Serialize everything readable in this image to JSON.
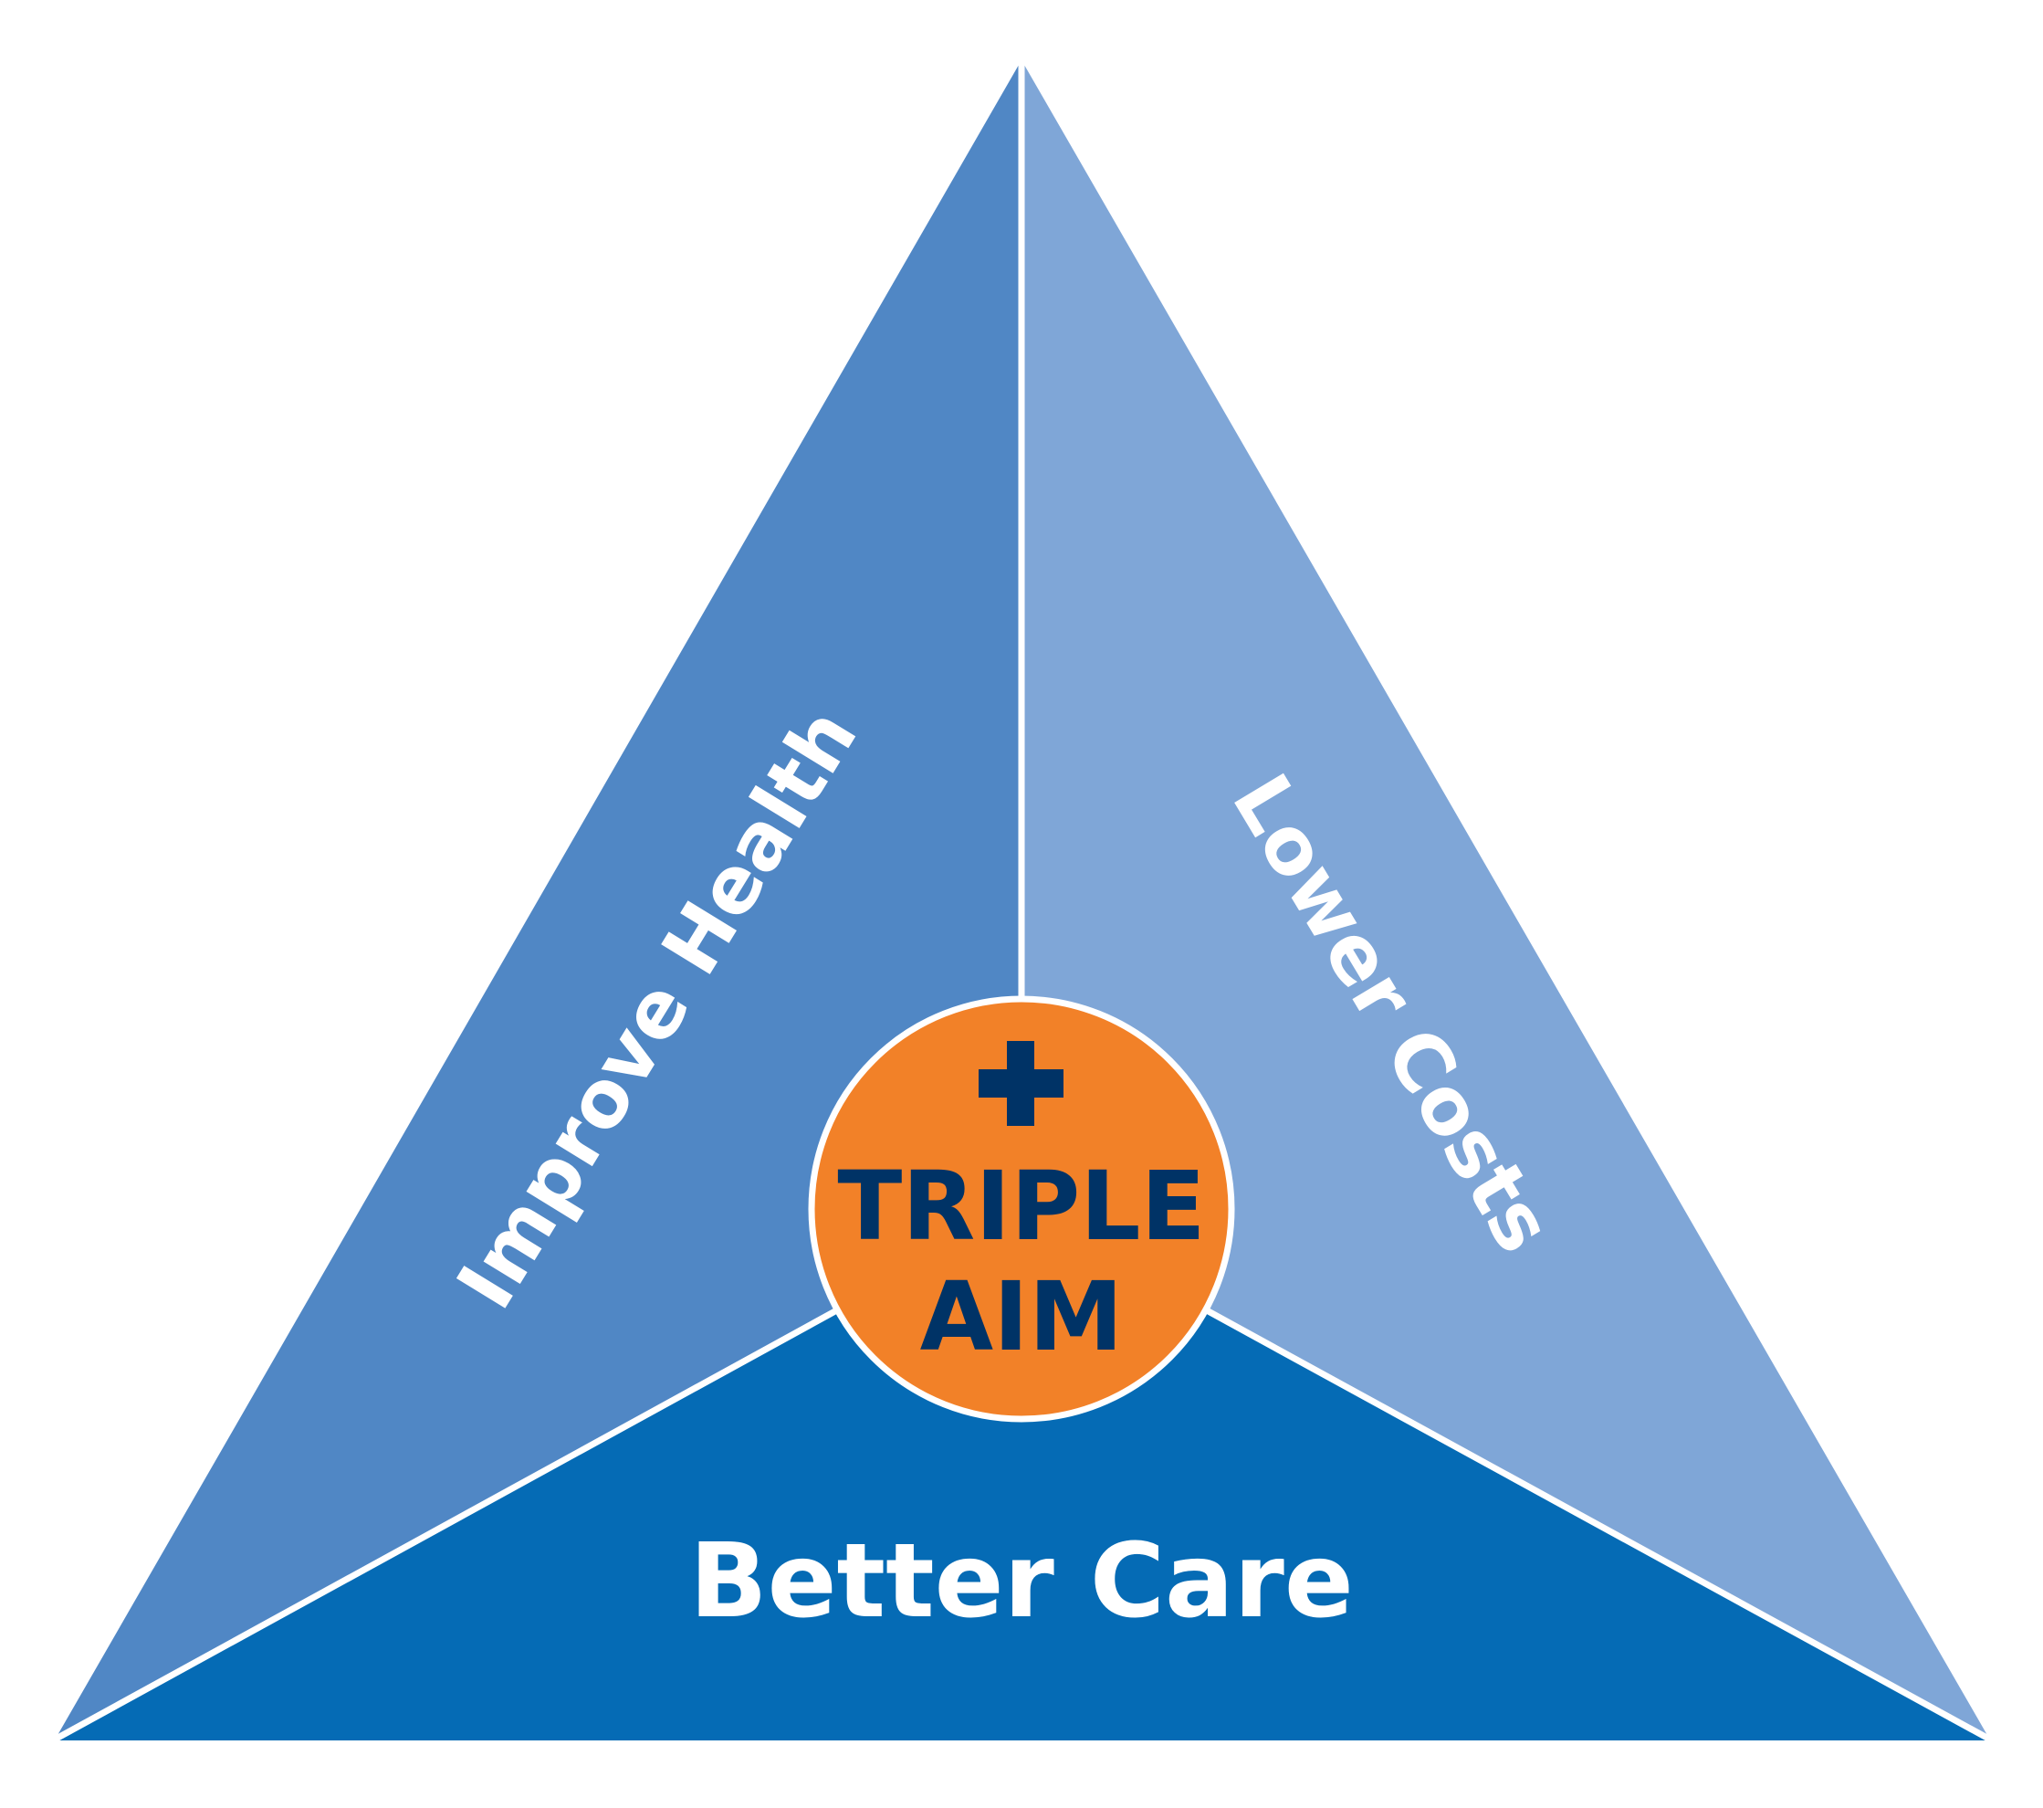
{
  "diagram": {
    "segments": {
      "left": {
        "label": "Improve Health",
        "color": "#5087c5"
      },
      "right": {
        "label": "Lower Costs",
        "color": "#7fa6d7"
      },
      "bottom": {
        "label": "Better Care",
        "color": "#056bb5"
      }
    },
    "center": {
      "line1": "TRIPLE",
      "line2": "AIM",
      "icon": "plus-icon",
      "fill_color": "#f28128",
      "text_color": "#003366"
    },
    "divider_color": "#ffffff"
  }
}
